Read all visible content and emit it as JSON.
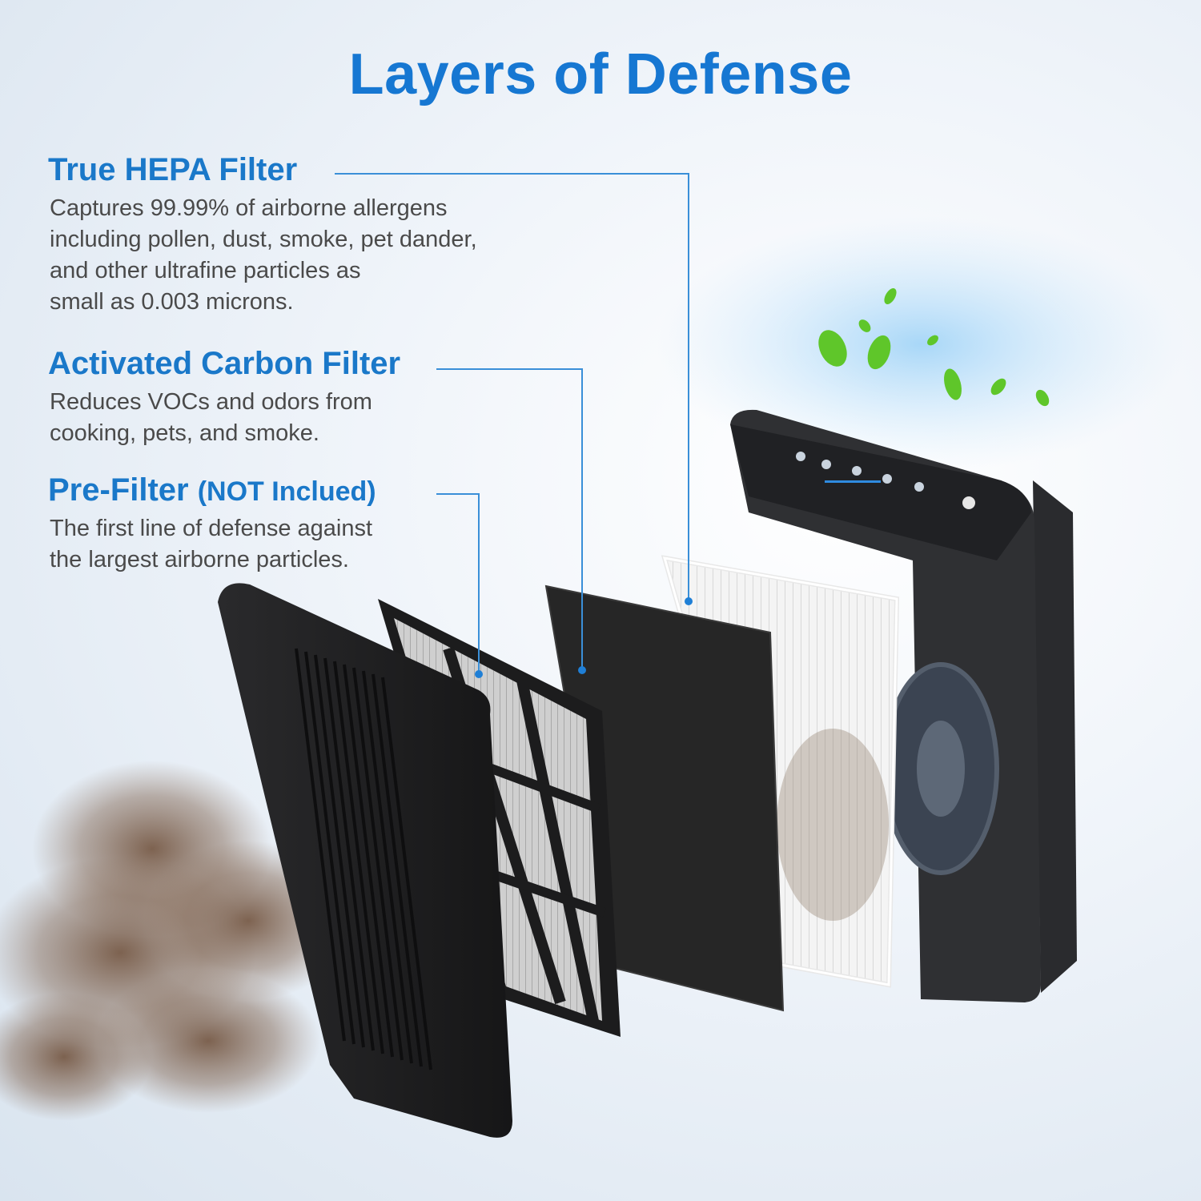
{
  "title": "Layers of Defense",
  "sections": [
    {
      "heading": "True HEPA Filter",
      "lines": [
        "Captures 99.99% of airborne allergens",
        "including pollen, dust, smoke, pet dander,",
        "and other ultrafine particles as",
        "small as 0.003 microns."
      ]
    },
    {
      "heading": "Activated Carbon Filter",
      "lines": [
        "Reduces VOCs and odors from",
        "cooking, pets, and smoke."
      ]
    },
    {
      "heading": "Pre-Filter",
      "heading_note": "(NOT Inclued)",
      "lines": [
        "The first line of defense against",
        "the largest airborne particles."
      ]
    }
  ],
  "colors": {
    "accent": "#1677d2",
    "callout_line": "#3a8fd8",
    "body_text": "#4a4a4a"
  }
}
